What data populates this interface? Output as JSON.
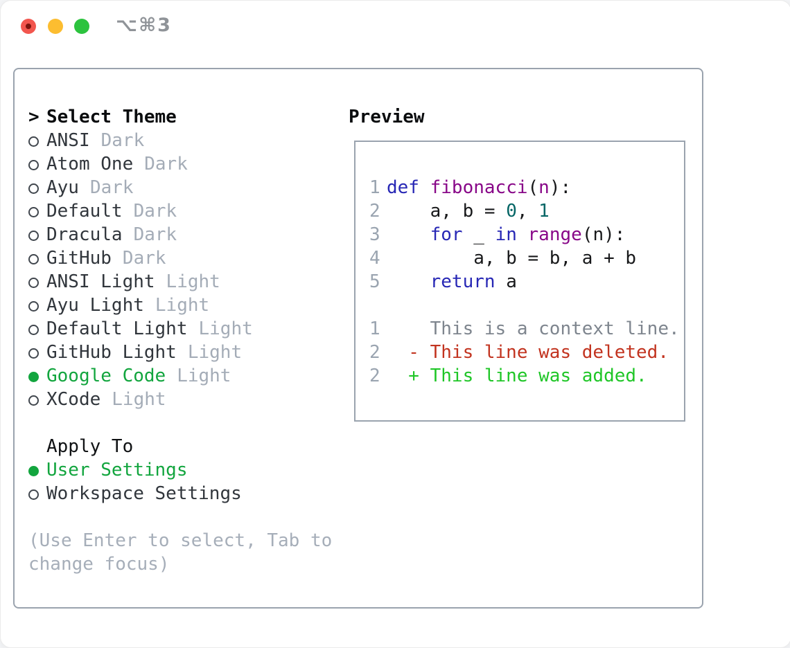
{
  "window": {
    "title": "⌥⌘3"
  },
  "theme_selector": {
    "cursor": ">",
    "header": "Select Theme",
    "items": [
      {
        "name": "ANSI",
        "variant": "Dark",
        "selected": false
      },
      {
        "name": "Atom One",
        "variant": "Dark",
        "selected": false
      },
      {
        "name": "Ayu",
        "variant": "Dark",
        "selected": false
      },
      {
        "name": "Default",
        "variant": "Dark",
        "selected": false
      },
      {
        "name": "Dracula",
        "variant": "Dark",
        "selected": false
      },
      {
        "name": "GitHub",
        "variant": "Dark",
        "selected": false
      },
      {
        "name": "ANSI Light",
        "variant": "Light",
        "selected": false
      },
      {
        "name": "Ayu Light",
        "variant": "Light",
        "selected": false
      },
      {
        "name": "Default Light",
        "variant": "Light",
        "selected": false
      },
      {
        "name": "GitHub Light",
        "variant": "Light",
        "selected": false
      },
      {
        "name": "Google Code",
        "variant": "Light",
        "selected": true
      },
      {
        "name": "XCode",
        "variant": "Light",
        "selected": false
      }
    ]
  },
  "apply_to": {
    "header": "Apply To",
    "options": [
      {
        "label": "User Settings",
        "selected": true
      },
      {
        "label": "Workspace Settings",
        "selected": false
      }
    ]
  },
  "help_text": "(Use Enter to select, Tab to change focus)",
  "preview": {
    "header": "Preview",
    "lines": [
      {
        "ln": "1",
        "tokens": [
          [
            "kw",
            "def"
          ],
          [
            "pl",
            " "
          ],
          [
            "fn",
            "fibonacci"
          ],
          [
            "pl",
            "("
          ],
          [
            "fn",
            "n"
          ],
          [
            "pl",
            "):"
          ]
        ]
      },
      {
        "ln": "2",
        "tokens": [
          [
            "pl",
            "    a, b = "
          ],
          [
            "num",
            "0"
          ],
          [
            "pl",
            ", "
          ],
          [
            "num",
            "1"
          ]
        ]
      },
      {
        "ln": "3",
        "tokens": [
          [
            "pl",
            "    "
          ],
          [
            "kw",
            "for"
          ],
          [
            "pl",
            " _ "
          ],
          [
            "kw",
            "in"
          ],
          [
            "pl",
            " "
          ],
          [
            "fn",
            "range"
          ],
          [
            "pl",
            "(n):"
          ]
        ]
      },
      {
        "ln": "4",
        "tokens": [
          [
            "pl",
            "        a, b = b, a + b"
          ]
        ]
      },
      {
        "ln": "5",
        "tokens": [
          [
            "pl",
            "    "
          ],
          [
            "kw",
            "return"
          ],
          [
            "pl",
            " a"
          ]
        ]
      },
      {
        "ln": "",
        "tokens": []
      },
      {
        "ln": "1",
        "tokens": [
          [
            "ctx",
            "    This is a context line."
          ]
        ]
      },
      {
        "ln": "2",
        "tokens": [
          [
            "del",
            "  - This line was deleted."
          ]
        ]
      },
      {
        "ln": "2",
        "tokens": [
          [
            "add",
            "  + This line was added."
          ]
        ]
      }
    ]
  },
  "colors": {
    "accent_green": "#12a53e",
    "keyword_blue": "#2727b5",
    "function_purple": "#880788",
    "number_teal": "#066666",
    "deleted_red": "#c2331f",
    "added_green": "#1fc627",
    "muted_gray": "#a4acb7",
    "border_gray": "#9aa3ae"
  }
}
